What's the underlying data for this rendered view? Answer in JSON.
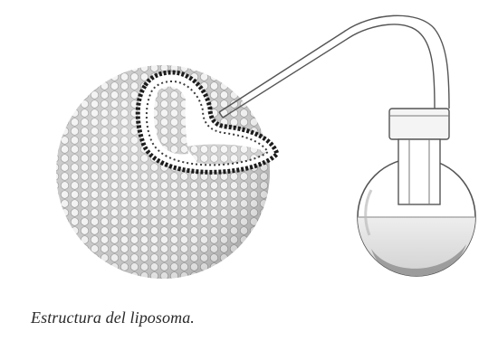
{
  "figure": {
    "caption": "Estructura del liposoma."
  },
  "colors": {
    "background": "#ffffff",
    "sphere_fill": "#c8c8c8",
    "head_fill": "#f2f2f2",
    "head_stroke": "#9a9a9a",
    "interior": "#ffffff",
    "inner_fill": "#dedede",
    "bilayer_dark": "#1c1c1c",
    "glass_stroke": "#555555",
    "liquid": "#e0e0e0",
    "liquid_shadow": "#8a8a8a",
    "caption_text": "#2a2a2a"
  },
  "icons": {
    "liposome": "liposome-sphere-cutaway",
    "flask": "round-bottom-flask"
  }
}
